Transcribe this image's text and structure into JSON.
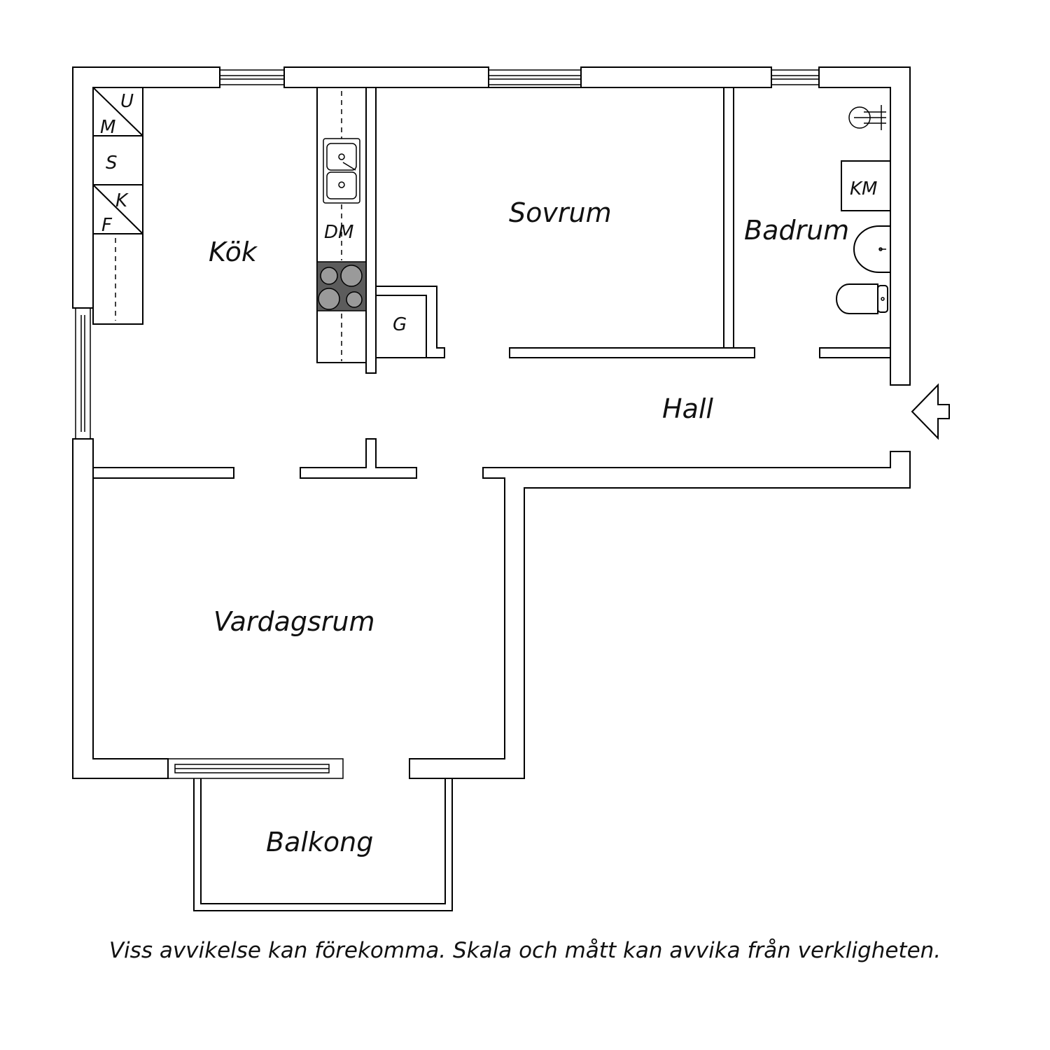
{
  "rooms": {
    "kitchen": "Kök",
    "bedroom": "Sovrum",
    "bathroom": "Badrum",
    "hall": "Hall",
    "living_room": "Vardagsrum",
    "balcony": "Balkong"
  },
  "fixtures": {
    "freezer_upper": "U",
    "freezer_lower": "M",
    "cabinet": "S",
    "fridge_upper": "K",
    "fridge_lower": "F",
    "dishwasher": "DM",
    "wardrobe": "G",
    "washing_machine": "KM"
  },
  "disclaimer": "Viss avvikelse kan förekomma. Skala och mått kan avvika från verkligheten."
}
